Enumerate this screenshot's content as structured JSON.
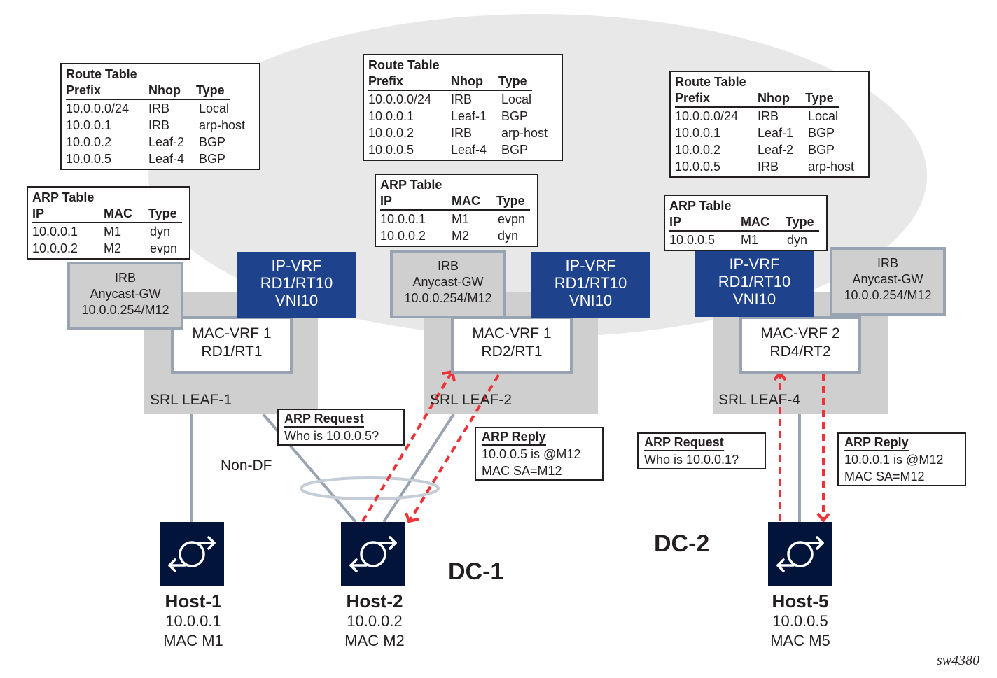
{
  "colors": {
    "background_cloud": "#e8e8e8",
    "leaf_fill": "#cfcfcf",
    "ip_vrf_fill": "#1f428c",
    "link_gray": "#99a4b2",
    "arp_arrow_red": "#ee3338",
    "host_fill": "#03143a"
  },
  "leaves": [
    {
      "name": "SRL LEAF-1",
      "mac_vrf": {
        "line1": "MAC-VRF 1",
        "line2": "RD1/RT1"
      },
      "irb": {
        "line1": "IRB",
        "line2": "Anycast-GW",
        "line3": "10.0.0.254/M12"
      },
      "ip_vrf": {
        "line1": "IP-VRF",
        "line2": "RD1/RT10",
        "line3": "VNI10"
      },
      "route_table": {
        "title": "Route Table",
        "headers": [
          "Prefix",
          "Nhop",
          "Type"
        ],
        "rows": [
          [
            "10.0.0.0/24",
            "IRB",
            "Local"
          ],
          [
            "10.0.0.1",
            "IRB",
            "arp-host"
          ],
          [
            "10.0.0.2",
            "Leaf-2",
            "BGP"
          ],
          [
            "10.0.0.5",
            "Leaf-4",
            "BGP"
          ]
        ]
      },
      "arp_table": {
        "title": "ARP Table",
        "headers": [
          "IP",
          "MAC",
          "Type"
        ],
        "rows": [
          [
            "10.0.0.1",
            "M1",
            "dyn"
          ],
          [
            "10.0.0.2",
            "M2",
            "evpn"
          ]
        ]
      }
    },
    {
      "name": "SRL LEAF-2",
      "mac_vrf": {
        "line1": "MAC-VRF 1",
        "line2": "RD2/RT1"
      },
      "irb": {
        "line1": "IRB",
        "line2": "Anycast-GW",
        "line3": "10.0.0.254/M12"
      },
      "ip_vrf": {
        "line1": "IP-VRF",
        "line2": "RD1/RT10",
        "line3": "VNI10"
      },
      "route_table": {
        "title": "Route Table",
        "headers": [
          "Prefix",
          "Nhop",
          "Type"
        ],
        "rows": [
          [
            "10.0.0.0/24",
            "IRB",
            "Local"
          ],
          [
            "10.0.0.1",
            "Leaf-1",
            "BGP"
          ],
          [
            "10.0.0.2",
            "IRB",
            "arp-host"
          ],
          [
            "10.0.0.5",
            "Leaf-4",
            "BGP"
          ]
        ]
      },
      "arp_table": {
        "title": "ARP Table",
        "headers": [
          "IP",
          "MAC",
          "Type"
        ],
        "rows": [
          [
            "10.0.0.1",
            "M1",
            "evpn"
          ],
          [
            "10.0.0.2",
            "M2",
            "dyn"
          ]
        ]
      }
    },
    {
      "name": "SRL LEAF-4",
      "mac_vrf": {
        "line1": "MAC-VRF 2",
        "line2": "RD4/RT2"
      },
      "irb": {
        "line1": "IRB",
        "line2": "Anycast-GW",
        "line3": "10.0.0.254/M12"
      },
      "ip_vrf": {
        "line1": "IP-VRF",
        "line2": "RD1/RT10",
        "line3": "VNI10"
      },
      "route_table": {
        "title": "Route Table",
        "headers": [
          "Prefix",
          "Nhop",
          "Type"
        ],
        "rows": [
          [
            "10.0.0.0/24",
            "IRB",
            "Local"
          ],
          [
            "10.0.0.1",
            "Leaf-1",
            "BGP"
          ],
          [
            "10.0.0.2",
            "Leaf-2",
            "BGP"
          ],
          [
            "10.0.0.5",
            "IRB",
            "arp-host"
          ]
        ]
      },
      "arp_table": {
        "title": "ARP Table",
        "headers": [
          "IP",
          "MAC",
          "Type"
        ],
        "rows": [
          [
            "10.0.0.5",
            "M1",
            "dyn"
          ]
        ]
      }
    }
  ],
  "callouts": [
    {
      "title": "ARP Request",
      "lines": [
        "Who is 10.0.0.5?"
      ]
    },
    {
      "title": "ARP Reply",
      "lines": [
        "10.0.0.5 is @M12",
        "MAC SA=M12"
      ]
    },
    {
      "title": "ARP Request",
      "lines": [
        "Who is 10.0.0.1?"
      ]
    },
    {
      "title": "ARP Reply",
      "lines": [
        "10.0.0.1 is @M12",
        "MAC SA=M12"
      ]
    }
  ],
  "hosts": [
    {
      "name": "Host-1",
      "ip": "10.0.0.1",
      "mac": "MAC M1",
      "icon": "router-icon"
    },
    {
      "name": "Host-2",
      "ip": "10.0.0.2",
      "mac": "MAC M2",
      "icon": "router-icon"
    },
    {
      "name": "Host-5",
      "ip": "10.0.0.5",
      "mac": "MAC M5",
      "icon": "router-icon"
    }
  ],
  "labels": {
    "non_df": "Non-DF",
    "dc1": "DC-1",
    "dc2": "DC-2",
    "figure_id": "sw4380"
  }
}
